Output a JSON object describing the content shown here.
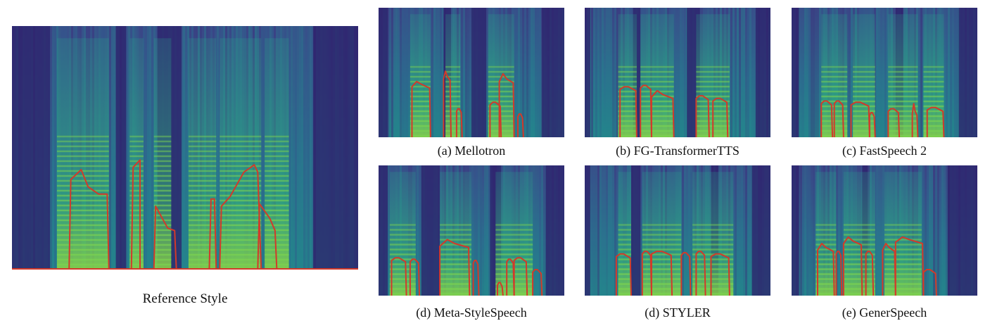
{
  "figure": {
    "reference": {
      "caption": "Reference Style"
    },
    "panels": [
      {
        "id": "mellotron",
        "caption": "(a) Mellotron"
      },
      {
        "id": "fg-transformertts",
        "caption": "(b) FG-TransformerTTS"
      },
      {
        "id": "fastspeech2",
        "caption": "(c) FastSpeech 2"
      },
      {
        "id": "meta-stylespeech",
        "caption": "(d) Meta-StyleSpeech"
      },
      {
        "id": "styler",
        "caption": "(d) STYLER"
      },
      {
        "id": "generspeech",
        "caption": "(e) GenerSpeech"
      }
    ],
    "colors": {
      "spectrogram_dark": "#2d1f6b",
      "spectrogram_mid": "#2f6f8e",
      "spectrogram_bright": "#7ad151",
      "contour": "#d23a2a"
    }
  }
}
